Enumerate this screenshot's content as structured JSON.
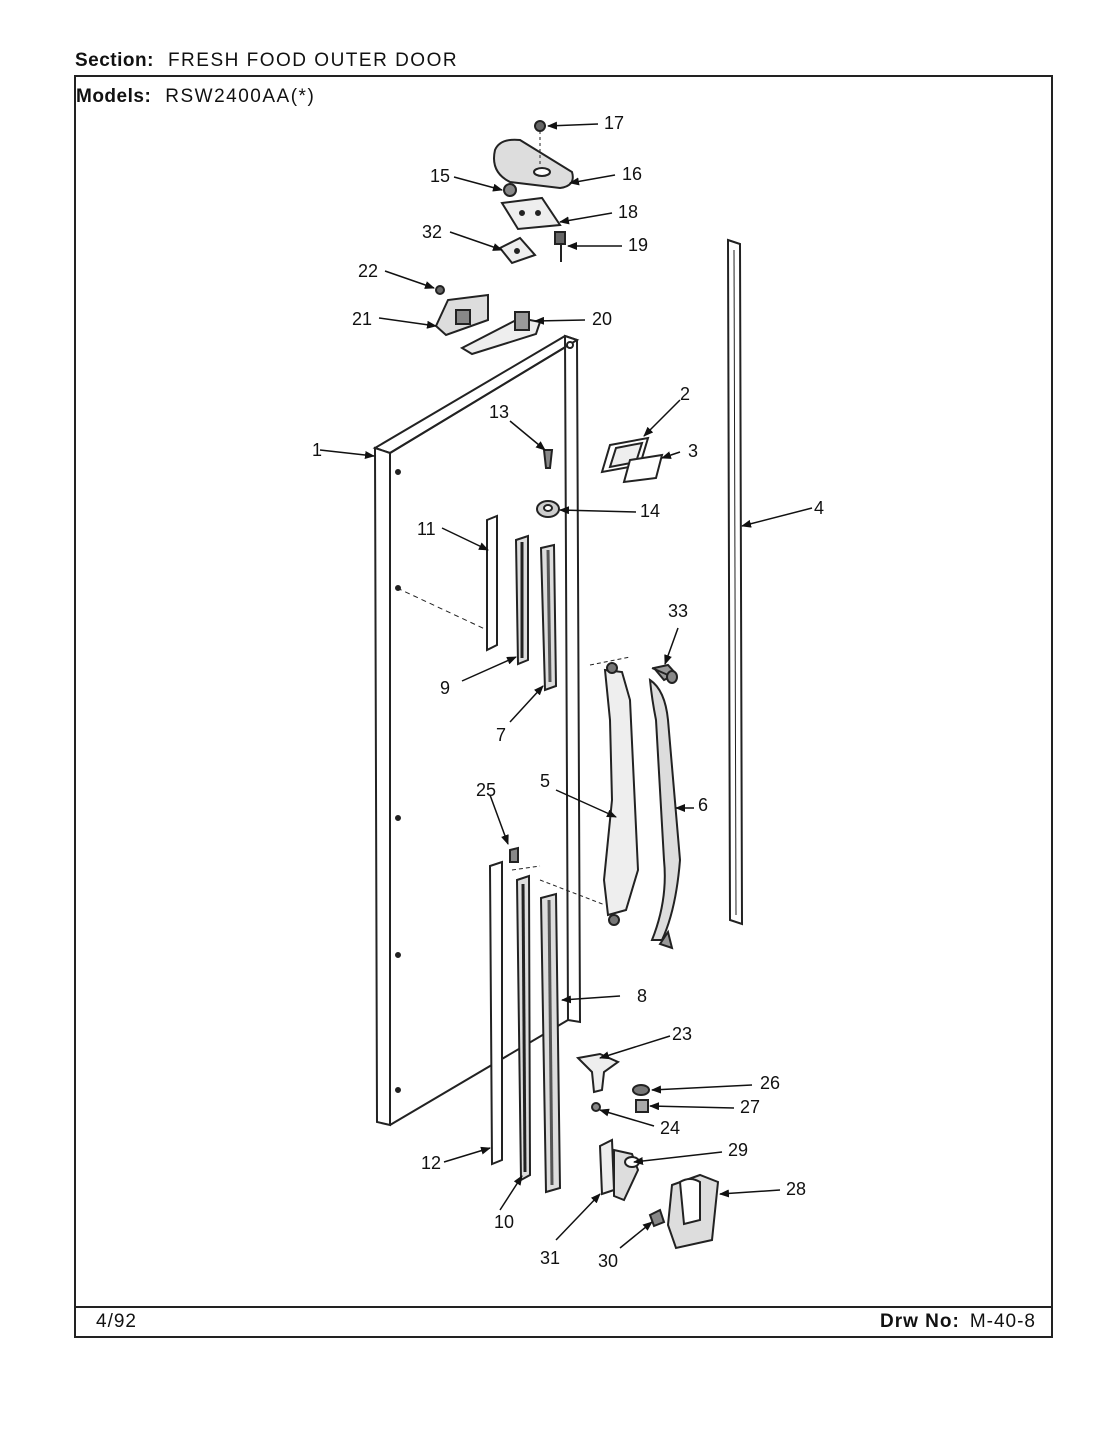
{
  "header": {
    "section_label": "Section:",
    "section_value": "FRESH FOOD OUTER DOOR",
    "models_label": "Models:",
    "models_value": "RSW2400AA(*)"
  },
  "footer": {
    "date": "4/92",
    "drawing_label": "Drw No:",
    "drawing_number": "M-40-8"
  },
  "callouts": [
    "1",
    "2",
    "3",
    "4",
    "5",
    "6",
    "7",
    "8",
    "9",
    "10",
    "11",
    "12",
    "13",
    "14",
    "15",
    "16",
    "17",
    "18",
    "19",
    "20",
    "21",
    "22",
    "23",
    "24",
    "25",
    "26",
    "27",
    "28",
    "29",
    "30",
    "31",
    "32",
    "33"
  ]
}
